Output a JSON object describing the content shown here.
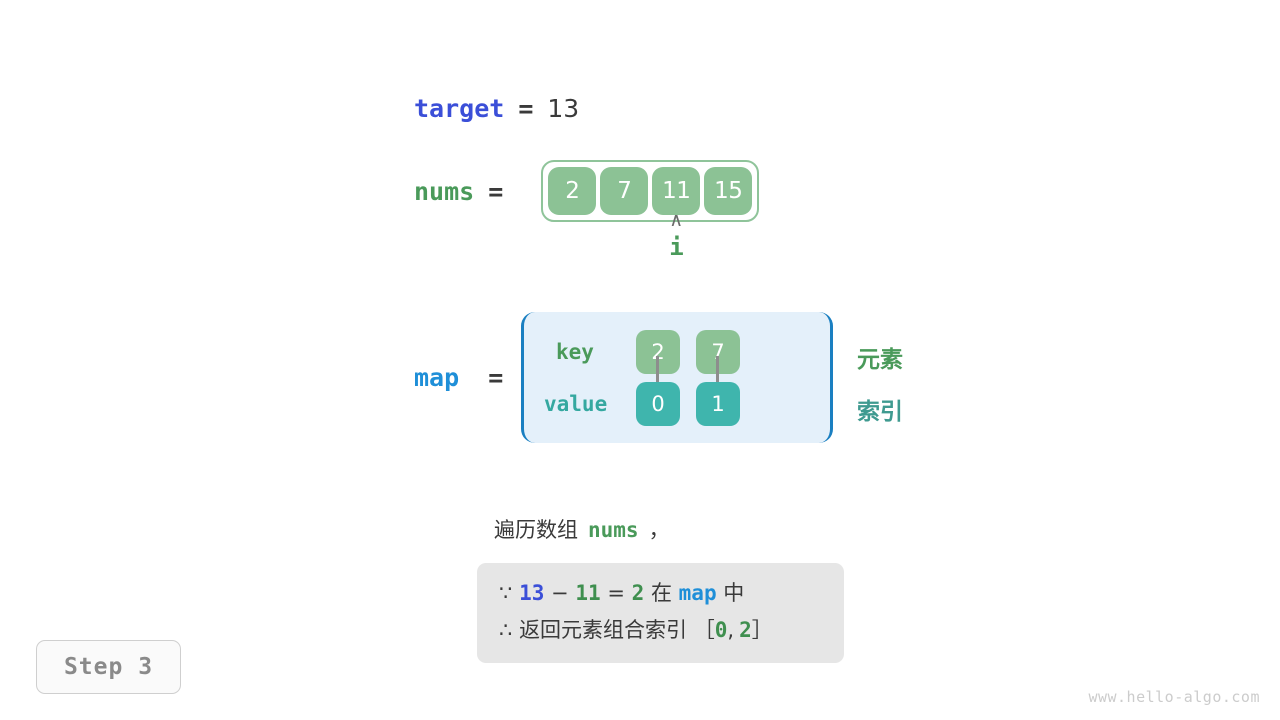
{
  "target": {
    "name": "target",
    "equals": "=",
    "value": "13"
  },
  "nums": {
    "name": "nums",
    "equals": "=",
    "cells": [
      "2",
      "7",
      "11",
      "15"
    ],
    "pointer": {
      "caret": "∧",
      "label": "i",
      "index": 2
    }
  },
  "map": {
    "name": "map",
    "equals": "=",
    "key_label": "key",
    "value_label": "value",
    "entries": [
      {
        "key": "2",
        "value": "0"
      },
      {
        "key": "7",
        "value": "1"
      }
    ],
    "side_labels": {
      "element": "元素",
      "index": "索引"
    }
  },
  "caption": {
    "text_before": "遍历数组",
    "code": "nums",
    "text_after": "，"
  },
  "note": {
    "line1": {
      "symbol": "∵",
      "a": "13",
      "minus": "−",
      "b": "11",
      "eq": "=",
      "c": "2",
      "in": "在",
      "map": "map",
      "inside": "中"
    },
    "line2": {
      "symbol": "∴",
      "text": "返回元素组合索引",
      "bracket_open": "［",
      "i0": "0",
      "comma": ",",
      "i1": "2",
      "bracket_close": "］"
    }
  },
  "step_badge": "Step 3",
  "watermark": "www.hello-algo.com",
  "colors": {
    "target_blue": "#3b4fd8",
    "nums_green": "#4a9a5a",
    "map_blue": "#1f8fd8",
    "cell_green": "#8cc295",
    "cell_teal": "#3fb5ad",
    "map_box_bg": "#e4f0fa",
    "map_box_border": "#1a7fc1",
    "note_bg": "#e6e6e6",
    "arrow_gray": "#8d8d8d"
  }
}
